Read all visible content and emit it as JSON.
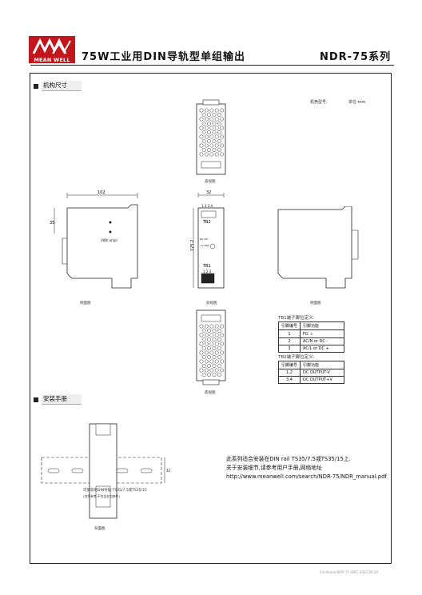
{
  "header": {
    "logo_text": "MEAN WELL",
    "title": "75W工业用DIN导轨型单组输出",
    "series": "NDR-75系列"
  },
  "sections": {
    "dimensions_label": "机构尺寸",
    "install_label": "安装手册"
  },
  "dimension_info": {
    "case_no": "机壳型号:",
    "unit": "单位:mm"
  },
  "drawings": {
    "top_view": "盖视图",
    "side_view_left": "侧面图",
    "front_view": "前视图",
    "side_view_right": "侧面图",
    "bottom_view": "底视图",
    "rear_view": "背面图",
    "dim_width": "102",
    "dim_depth": "32",
    "dim_height": "125.2",
    "dim_side": "35",
    "dim_rail": "35",
    "tb2_label": "TB2",
    "tb2_pins": "1 2 3 4",
    "tb1_label": "TB1",
    "tb1_pins": "1 2 3",
    "dc_ok": "DC OK",
    "vadj": "+V ADJ.",
    "model_48v": "(48V only)",
    "rail_note": "可安装的DIN导轨:TS35/7.5或TS35/15",
    "rail_note_sub": "(仅供参考,不包含在包装中)"
  },
  "tb1_table": {
    "title": "TB1端子脚位定义:",
    "headers": [
      "引脚编号",
      "引脚功能"
    ],
    "rows": [
      [
        "1",
        "FG ⏚"
      ],
      [
        "2",
        "AC/N or DC -"
      ],
      [
        "3",
        "AC/L or DC +"
      ]
    ]
  },
  "tb2_table": {
    "title": "TB2端子脚位定义:",
    "headers": [
      "引脚编号",
      "引脚功能"
    ],
    "rows": [
      [
        "1,2",
        "DC OUTPUT-V"
      ],
      [
        "3,4",
        "DC OUTPUT+V"
      ]
    ]
  },
  "install_note": {
    "line1": "此系列适合安装在DIN rail TS35/7.5或TS35/15上.",
    "line2": "关于安装细节,请参考用户手册,网络地址",
    "link": "http://www.meanwell.com/search/NDR-75/NDR_manual.pdf"
  },
  "footer": "File Name:NDR-75-SPEC 2023-09-20",
  "colors": {
    "brand": "#c0161c",
    "line": "#222222"
  }
}
